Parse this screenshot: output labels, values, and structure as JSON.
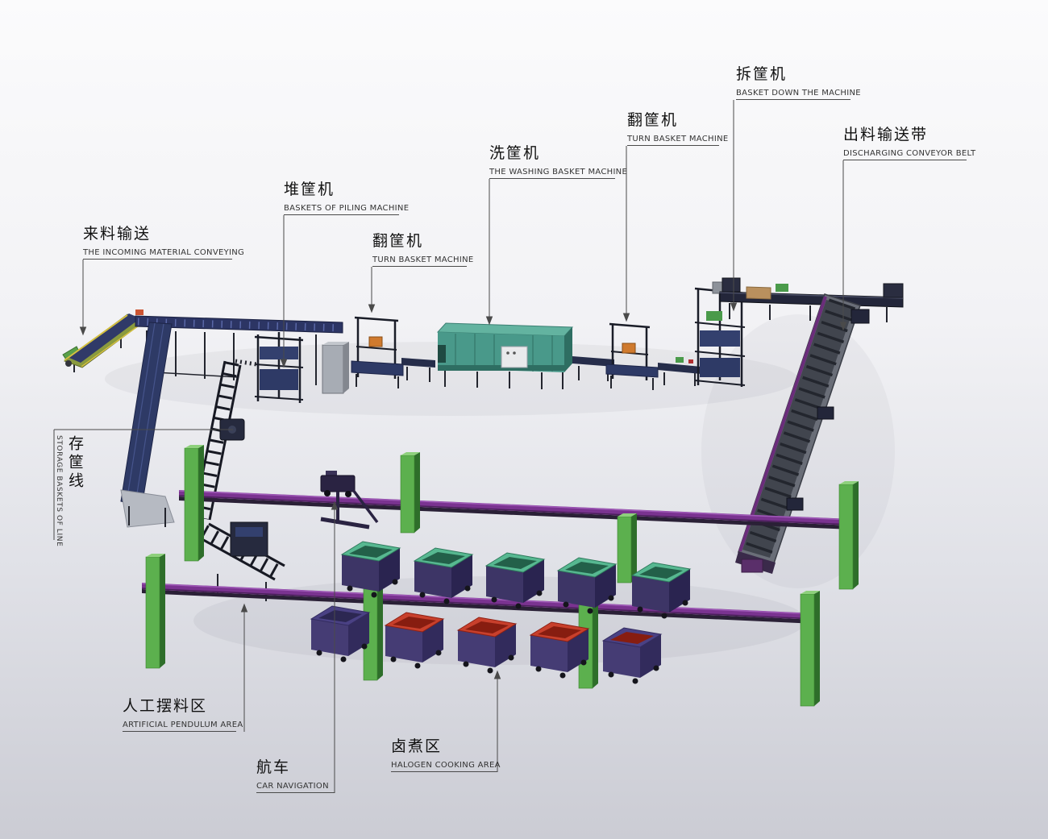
{
  "diagram": {
    "type": "isometric-production-line",
    "labels": {
      "incoming": {
        "zh": "来料输送",
        "en": "THE INCOMING MATERIAL CONVEYING"
      },
      "piling": {
        "zh": "堆筐机",
        "en": "BASKETS OF PILING MACHINE"
      },
      "turn_basket_1": {
        "zh": "翻筐机",
        "en": "TURN BASKET MACHINE"
      },
      "washing": {
        "zh": "洗筐机",
        "en": "THE WASHING BASKET MACHINE"
      },
      "turn_basket_2": {
        "zh": "翻筐机",
        "en": "TURN BASKET MACHINE"
      },
      "basket_down": {
        "zh": "拆筐机",
        "en": "BASKET DOWN THE MACHINE"
      },
      "discharging": {
        "zh": "出料输送带",
        "en": "DISCHARGING CONVEYOR BELT"
      },
      "storage": {
        "zh": "存筐线",
        "en": "STORAGE BASKETS OF LINE"
      },
      "pendulum": {
        "zh": "人工摆料区",
        "en": "ARTIFICIAL PENDULUM AREA"
      },
      "crane": {
        "zh": "航车",
        "en": "CAR NAVIGATION"
      },
      "halogen": {
        "zh": "卤煮区",
        "en": "HALOGEN COOKING AREA"
      }
    },
    "colors": {
      "leader_line": "#4a4a4a",
      "label_text": "#111111",
      "conveyor_navy": "#2e3a66",
      "frame_black": "#171923",
      "washer_teal": "#49998a",
      "pillar_green": "#5cb04e",
      "rail_purple": "#7a3390",
      "bin_rim_teal": "#57b891",
      "bin_rim_red": "#c8402c",
      "bin_body_purple": "#453c74",
      "belt_gray": "#6a6e78"
    }
  }
}
